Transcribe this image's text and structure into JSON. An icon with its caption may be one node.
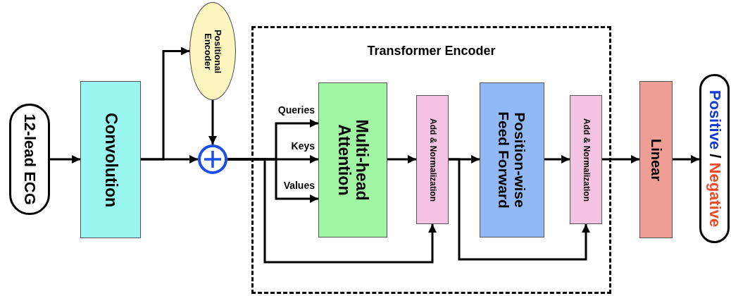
{
  "diagram": {
    "nodes": [
      {
        "text": [
          "12-lead ECG"
        ]
      },
      {
        "text": [
          "Convolution"
        ]
      },
      {
        "text": [
          "Positional Encoder"
        ]
      },
      {
        "text": [],
        "shape": "circle"
      },
      {
        "text": [
          "Transformer Encoder"
        ]
      },
      {
        "text": [
          "Multi-head Attention"
        ],
        "in": 4
      },
      {
        "text": [
          "Add & Normalization"
        ],
        "in": 4
      },
      {
        "text": [
          "Position-wise Feed Forward"
        ],
        "in": 4
      },
      {
        "text": [
          "Add & Normalization"
        ],
        "in": 4
      },
      {
        "text": [
          "Linear"
        ]
      },
      {
        "text": [
          "Positive",
          "/",
          "Negative"
        ]
      }
    ],
    "edges": [
      {
        "from": 0,
        "to": 1,
        "arrow": "to"
      },
      {
        "from": 1,
        "to": 2,
        "arrow": "to"
      },
      {
        "from": 1,
        "to": 3,
        "arrow": "to"
      },
      {
        "from": 2,
        "to": 3,
        "arrow": "to"
      },
      {
        "from": 3,
        "to": 5,
        "arrow": "to",
        "label": "Queries"
      },
      {
        "from": 3,
        "to": 5,
        "arrow": "to",
        "label": "Keys"
      },
      {
        "from": 3,
        "to": 5,
        "arrow": "to",
        "label": "Values"
      },
      {
        "from": 3,
        "to": 6,
        "arrow": "to"
      },
      {
        "from": 5,
        "to": 6,
        "arrow": "to"
      },
      {
        "from": 6,
        "to": 7,
        "arrow": "to"
      },
      {
        "from": 6,
        "to": 8,
        "arrow": "to"
      },
      {
        "from": 7,
        "to": 8,
        "arrow": "to"
      },
      {
        "from": 8,
        "to": 9,
        "arrow": "to"
      },
      {
        "from": 9,
        "to": 10,
        "arrow": "to"
      }
    ]
  }
}
